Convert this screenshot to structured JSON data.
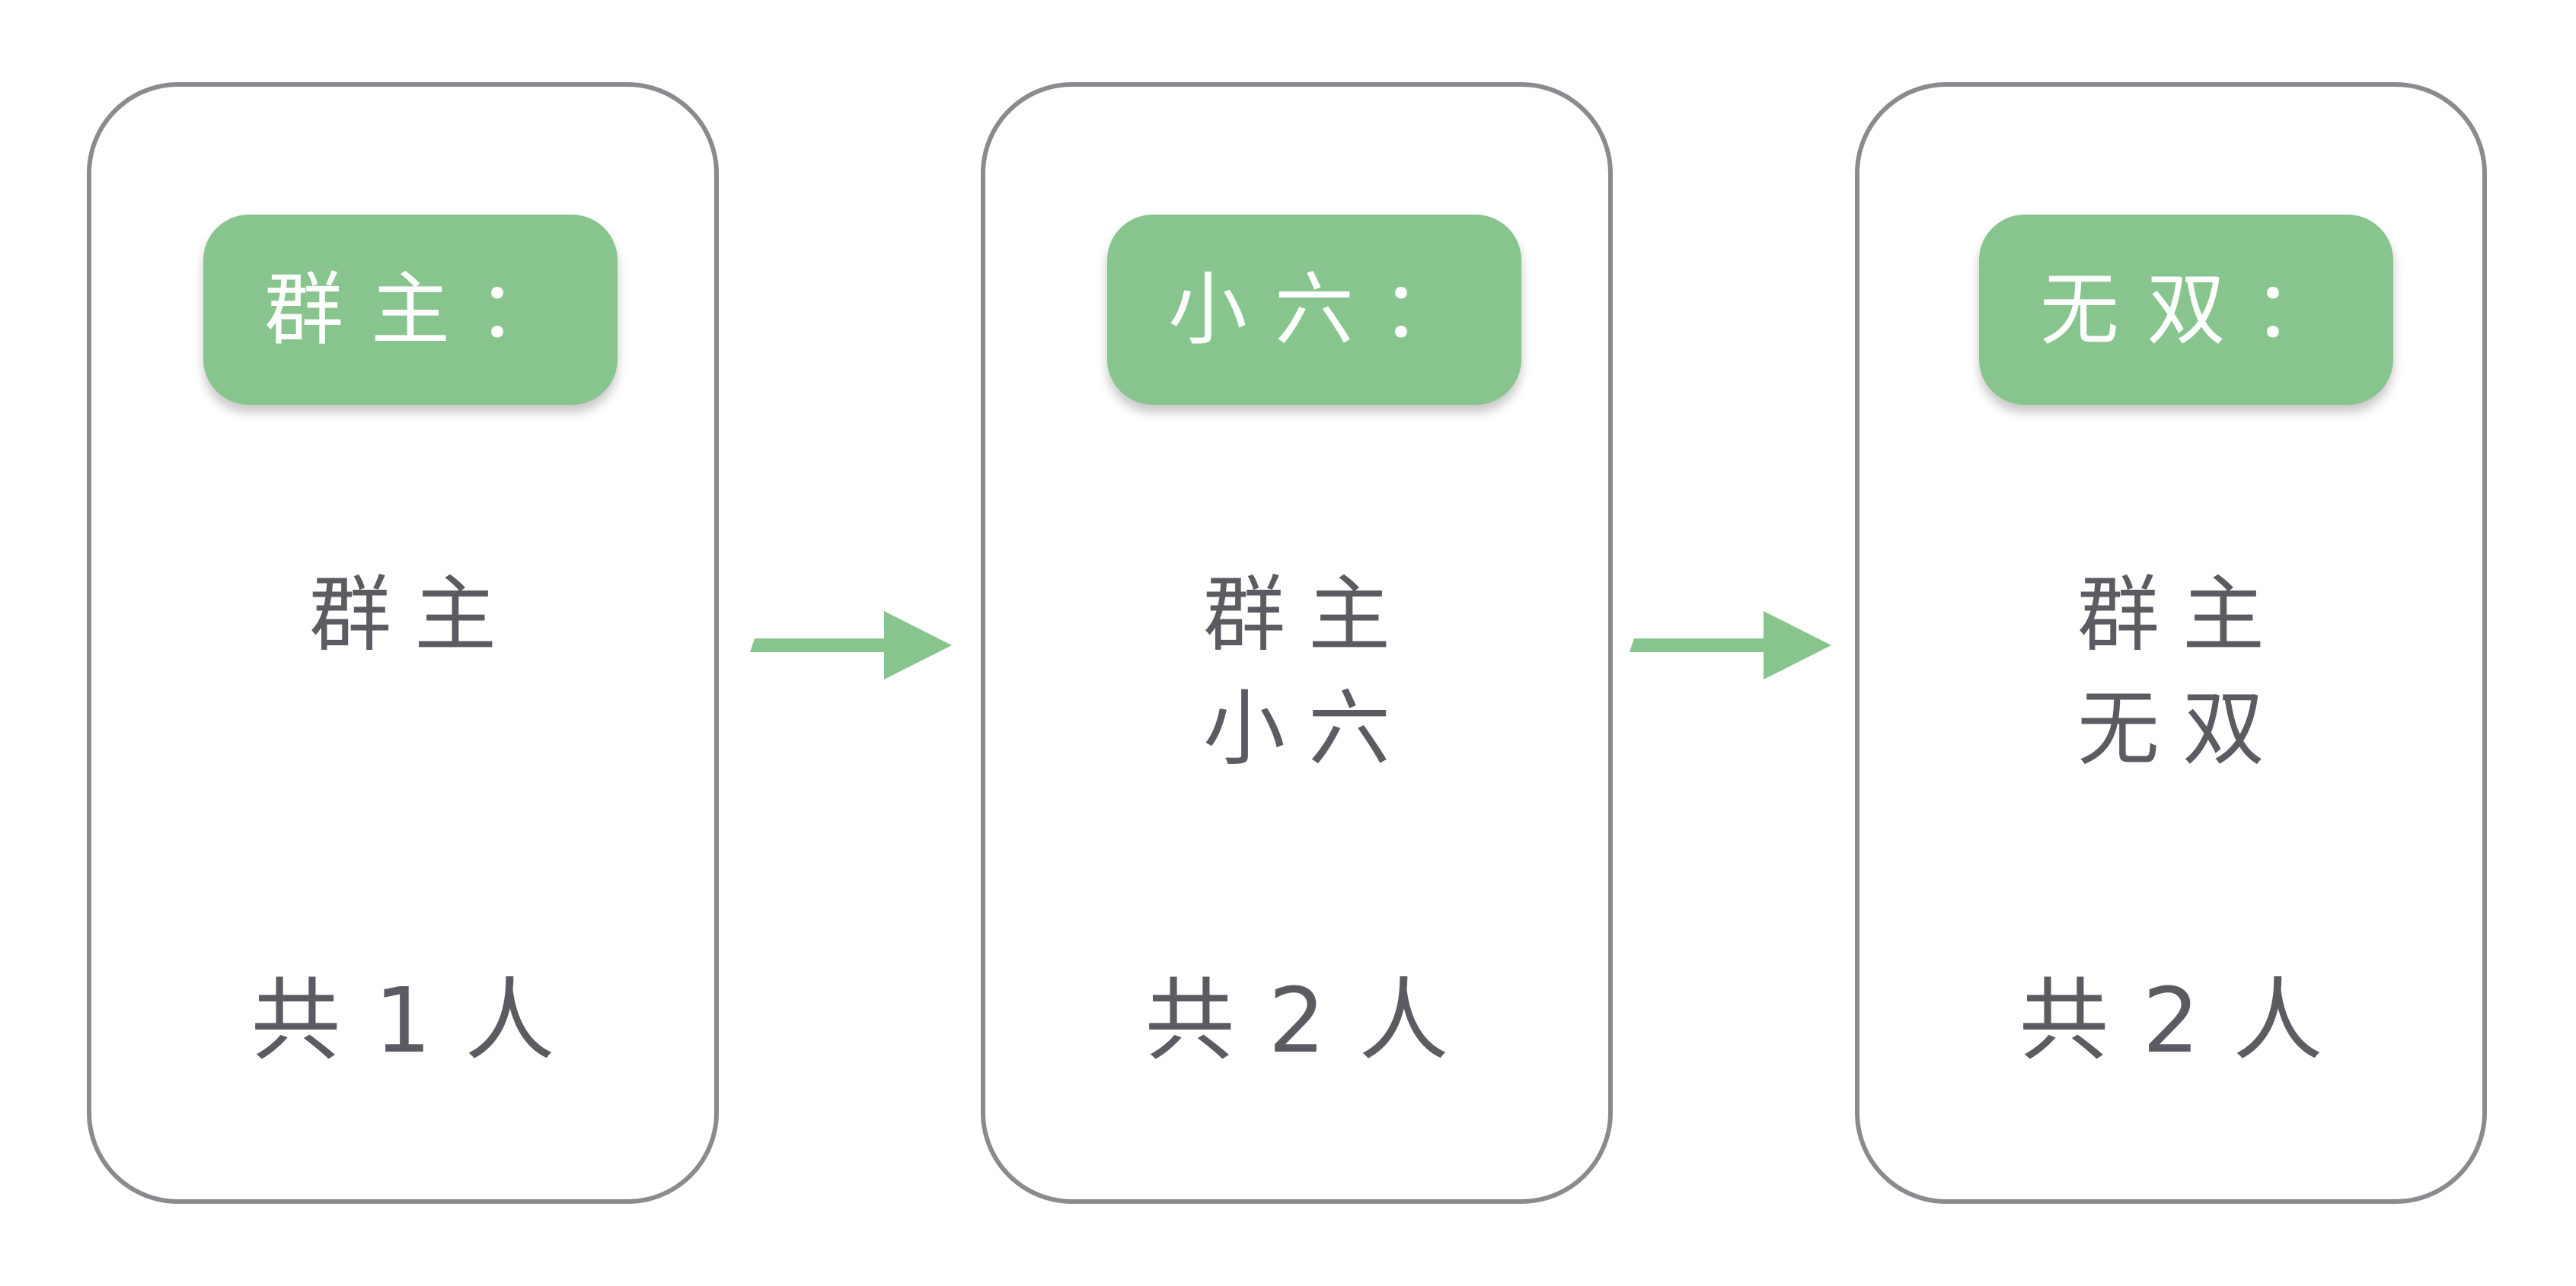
{
  "panels": [
    {
      "tag": "群主：",
      "members": [
        "群主"
      ],
      "total": "共1人"
    },
    {
      "tag": "小六：",
      "members": [
        "群主",
        "小六"
      ],
      "total": "共2人"
    },
    {
      "tag": "无双：",
      "members": [
        "群主",
        "无双"
      ],
      "total": "共2人"
    }
  ],
  "colors": {
    "tag_background": "#87c48e",
    "arrow": "#87c48e",
    "border": "#8a8b8f",
    "text": "#5b5c61"
  }
}
